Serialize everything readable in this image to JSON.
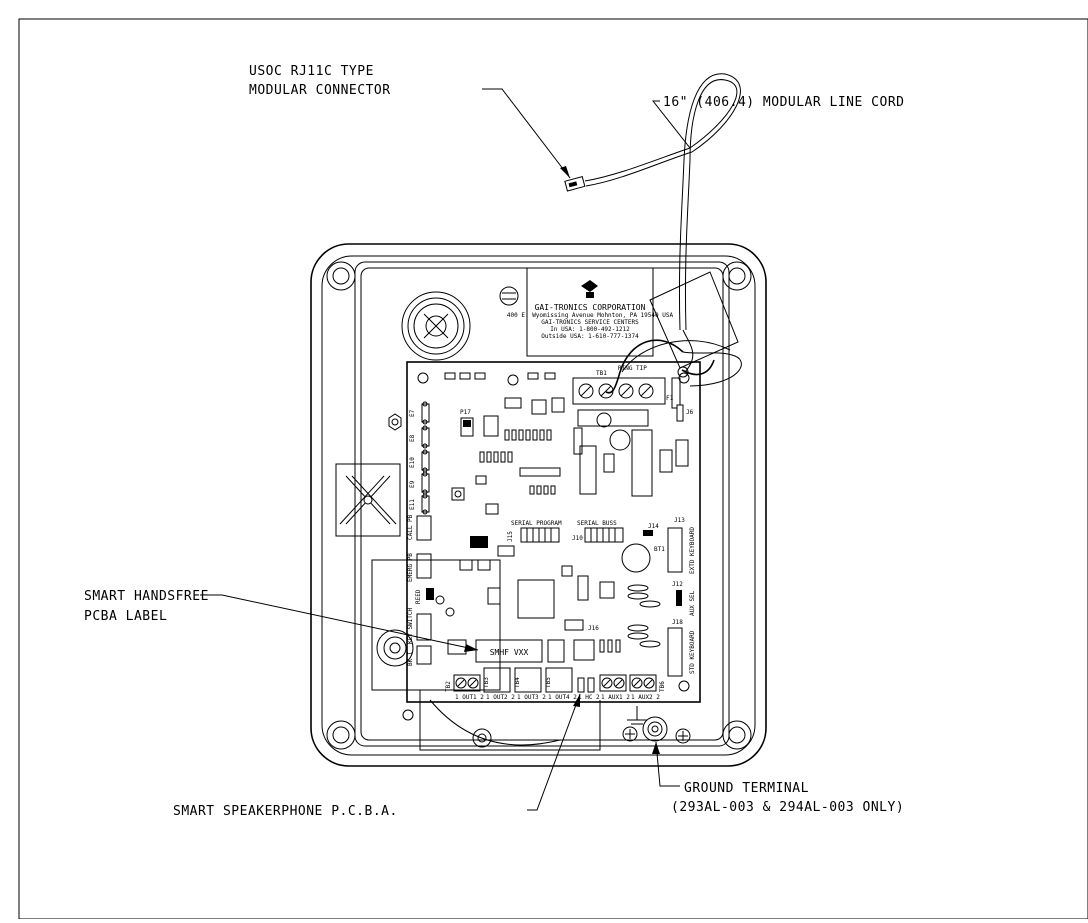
{
  "callouts": {
    "connector_line1": "USOC RJ11C TYPE",
    "connector_line2": "MODULAR CONNECTOR",
    "line_cord": "16\" (406.4) MODULAR LINE CORD",
    "handsfree_line1": "SMART HANDSFREE",
    "handsfree_line2": "PCBA LABEL",
    "speakerphone": "SMART SPEAKERPHONE P.C.B.A.",
    "ground_line1": "GROUND TERMINAL",
    "ground_line2": "(293AL-003 & 294AL-003 ONLY)"
  },
  "nameplate": {
    "company": "GAI-TRONICS CORPORATION",
    "address": "400 E. Wyomissing Avenue  Mohnton, PA 19540 USA",
    "service": "GAI-TRONICS SERVICE CENTERS",
    "phone1": "In USA: 1-800-492-1212",
    "phone2": "Outside USA: 1-610-777-1374"
  },
  "pcb": {
    "pcba_label": "SMHF VXX",
    "tb1": "TB1",
    "ring_tip": "RING  TIP",
    "f1": "F1",
    "j6": "J6",
    "p17": "P17",
    "e7": "E7",
    "e8": "E8",
    "e10": "E10",
    "e9": "E9",
    "e11": "E11",
    "call_pb": "CALL PB",
    "emerg_pb": "EMERG PB",
    "reed": "REED",
    "key_switch": "KEY SWITCH",
    "bk_i": "BK I",
    "serial_program": "SERIAL PROGRAM",
    "serial_buss": "SERIAL BUSS",
    "j15": "J15",
    "j10": "J10",
    "j14": "J14",
    "j13": "J13",
    "bt1": "BT1",
    "extd_keyboard": "EXTD KEYBOARD",
    "j12": "J12",
    "aux_sel": "AUX SEL",
    "j18": "J18",
    "std_keyboard": "STD KEYBOARD",
    "j16": "J16",
    "tb2": "TB2",
    "tb3": "TB3",
    "tb4": "TB4",
    "tb5": "TB5",
    "tb6": "TB6",
    "out1": "1 OUT1 2",
    "out2": "1 OUT2 2",
    "out3": "1 OUT3 2",
    "out4": "1 OUT4 2",
    "hc": "1 HC 2",
    "aux1": "1 AUX1 2",
    "aux2": "1 AUX2 2"
  }
}
